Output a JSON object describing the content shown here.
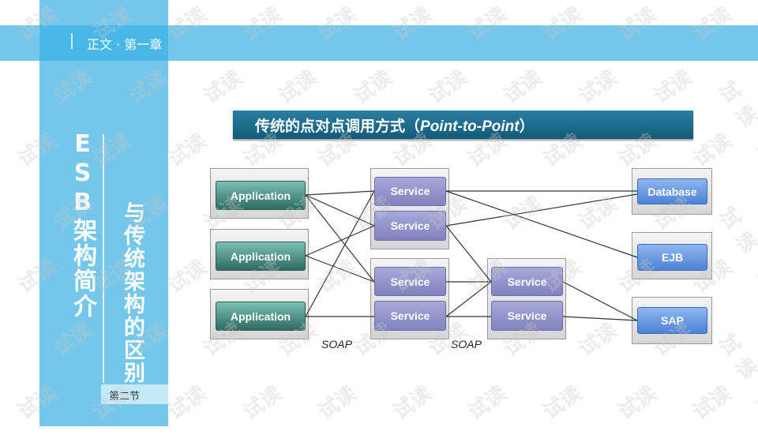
{
  "header": {
    "chapter": "正文 · 第一章"
  },
  "sidebar": {
    "title": "ESB架构简介",
    "subtitle": "与传统架构的区别",
    "section": "第二节"
  },
  "slide": {
    "title_cn": "传统的点对点调用方式（",
    "title_en": "Point-to-Point",
    "title_end": "）"
  },
  "diagram": {
    "applications": [
      "Application",
      "Application",
      "Application"
    ],
    "services": [
      "Service",
      "Service",
      "Service",
      "Service",
      "Service",
      "Service"
    ],
    "backends": [
      "Database",
      "EJB",
      "SAP"
    ],
    "protocol_labels": [
      "SOAP",
      "SOAP"
    ]
  },
  "watermark": "试读",
  "colors": {
    "panel": "#74c6ea",
    "band_overlap": "#4ab8e6",
    "title_bar": "#125a78"
  }
}
